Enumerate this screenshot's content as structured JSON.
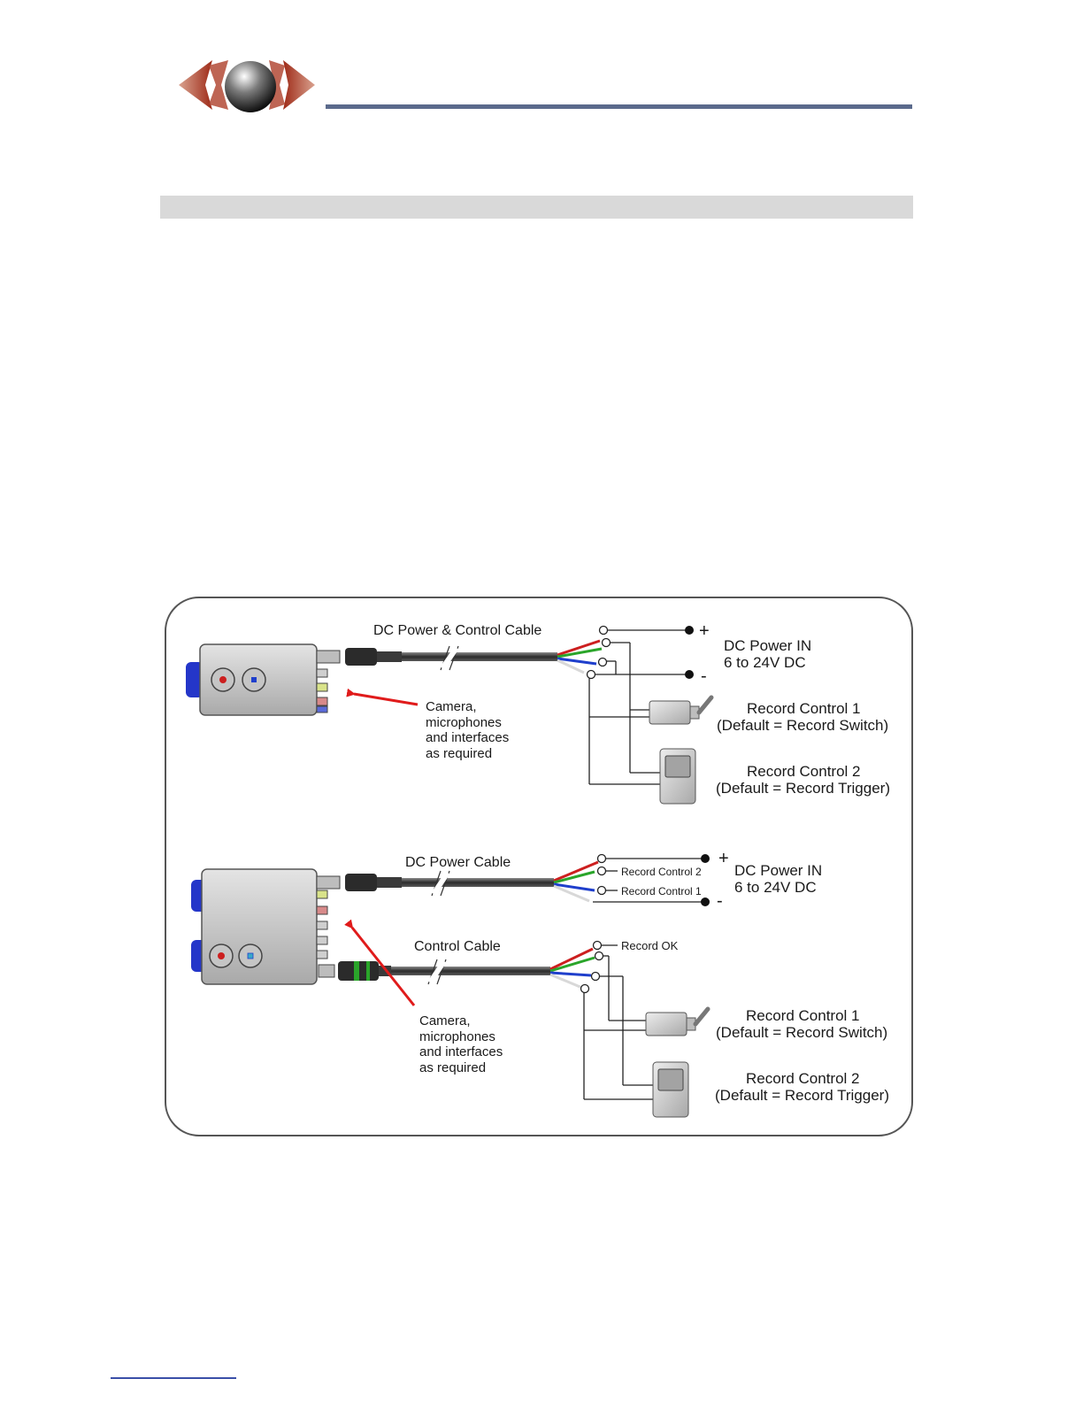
{
  "header": {
    "logo_icon": "eye-sphere-logo"
  },
  "diagram": {
    "top": {
      "cable_label": "DC Power & Control Cable",
      "plus": "+",
      "minus": "-",
      "power_line1": "DC Power IN",
      "power_line2": "6 to 24V DC",
      "camera_note": [
        "Camera,",
        "microphones",
        "and interfaces",
        "as required"
      ],
      "rc1_line1": "Record Control 1",
      "rc1_line2": "(Default = Record Switch)",
      "rc2_line1": "Record Control 2",
      "rc2_line2": "(Default = Record Trigger)"
    },
    "bottom": {
      "power_cable_label": "DC Power Cable",
      "wire_rc2": "Record Control 2",
      "wire_rc1": "Record Control 1",
      "plus": "+",
      "minus": "-",
      "power_line1": "DC Power IN",
      "power_line2": "6 to 24V DC",
      "control_cable_label": "Control Cable",
      "record_ok": "Record OK",
      "camera_note": [
        "Camera,",
        "microphones",
        "and interfaces",
        "as required"
      ],
      "rc1_line1": "Record Control 1",
      "rc1_line2": "(Default = Record Switch)",
      "rc2_line1": "Record Control 2",
      "rc2_line2": "(Default = Record Trigger)"
    }
  },
  "colors": {
    "wire_red": "#cc1f1f",
    "wire_green": "#2aa52a",
    "wire_blue": "#1f3fcc",
    "wire_white": "#d8d8d8",
    "arrow": "#e01b1b",
    "unit_blue": "#2436c9"
  }
}
